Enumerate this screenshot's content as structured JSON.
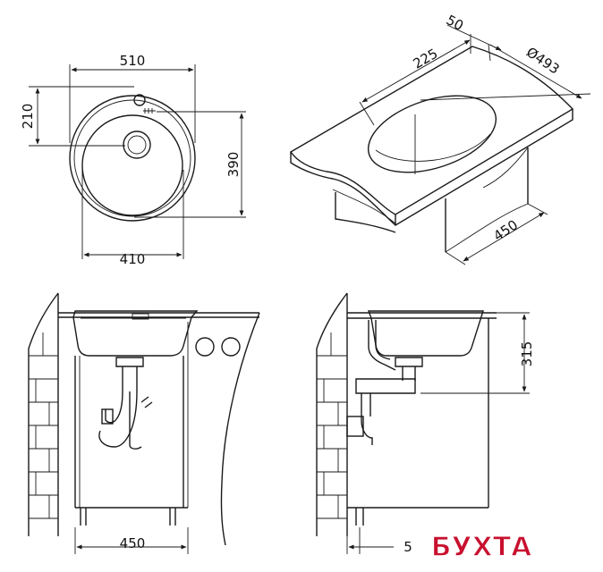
{
  "dimensions": {
    "top_width": "510",
    "tap_offset": "210",
    "height": "390",
    "bottom_width": "410",
    "top_depth": "50",
    "cutout_offset": "225",
    "cutout_diameter": "Ø493",
    "cabinet_depth": "450",
    "front_cabinet_width": "450",
    "side_depth": "315",
    "side_offset": "5"
  },
  "logo": {
    "text": "БУХТА",
    "color": "#c8102e",
    "outline": "#ffffff"
  },
  "colors": {
    "line": "#1a1a1a",
    "background": "#ffffff"
  }
}
